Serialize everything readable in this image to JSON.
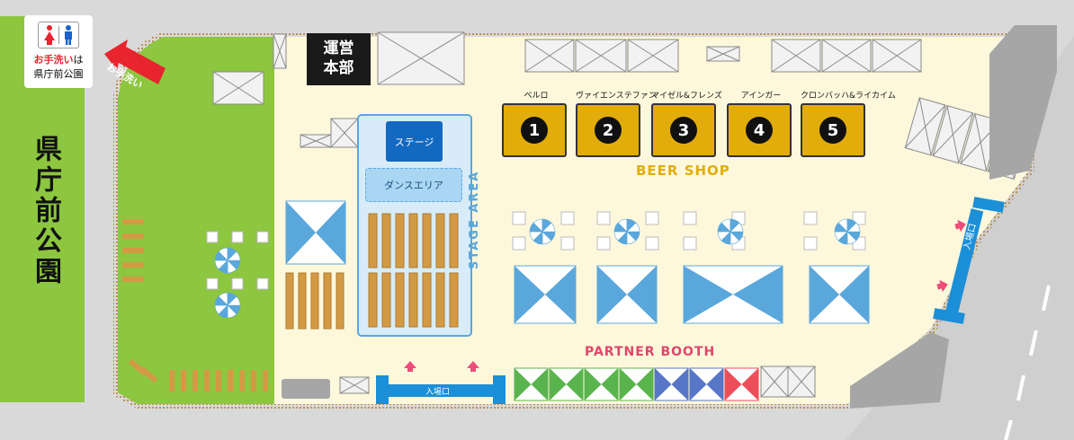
{
  "park": {
    "label": "県庁前公園"
  },
  "restroom": {
    "highlight": "お手洗い",
    "suffix": "は",
    "location": "県庁前公園",
    "arrow_label": "お手洗い"
  },
  "hq": {
    "line1": "運営",
    "line2": "本部"
  },
  "stage": {
    "label": "ステージ",
    "dance_area": "ダンスエリア",
    "area_title": "STAGE AREA"
  },
  "beer_shop": {
    "title": "BEER SHOP",
    "shops": [
      {
        "number": "1",
        "name": "ベルロ"
      },
      {
        "number": "2",
        "name": "ヴァイエンステファン"
      },
      {
        "number": "3",
        "name": "マイゼル&フレンズ"
      },
      {
        "number": "4",
        "name": "アインガー"
      },
      {
        "number": "5",
        "name": "クロンバッハ&ライカイム"
      }
    ]
  },
  "partner_booth": {
    "title": "PARTNER BOOTH"
  },
  "entrances": {
    "bottom": "入場口",
    "right": "入場口"
  },
  "colors": {
    "background": "#d9d9d9",
    "park_green": "#8dc63f",
    "venue_floor": "#fdf8dc",
    "beer_gold": "#e2ad0a",
    "stage_blue": "#5aa7dc",
    "entrance_blue": "#1b8fd8",
    "partner_green": "#5ab44e",
    "partner_blue": "#5876c7",
    "partner_red": "#ee4d5a",
    "title_pink": "#e0456b",
    "hq_black": "#1a1a1a"
  }
}
